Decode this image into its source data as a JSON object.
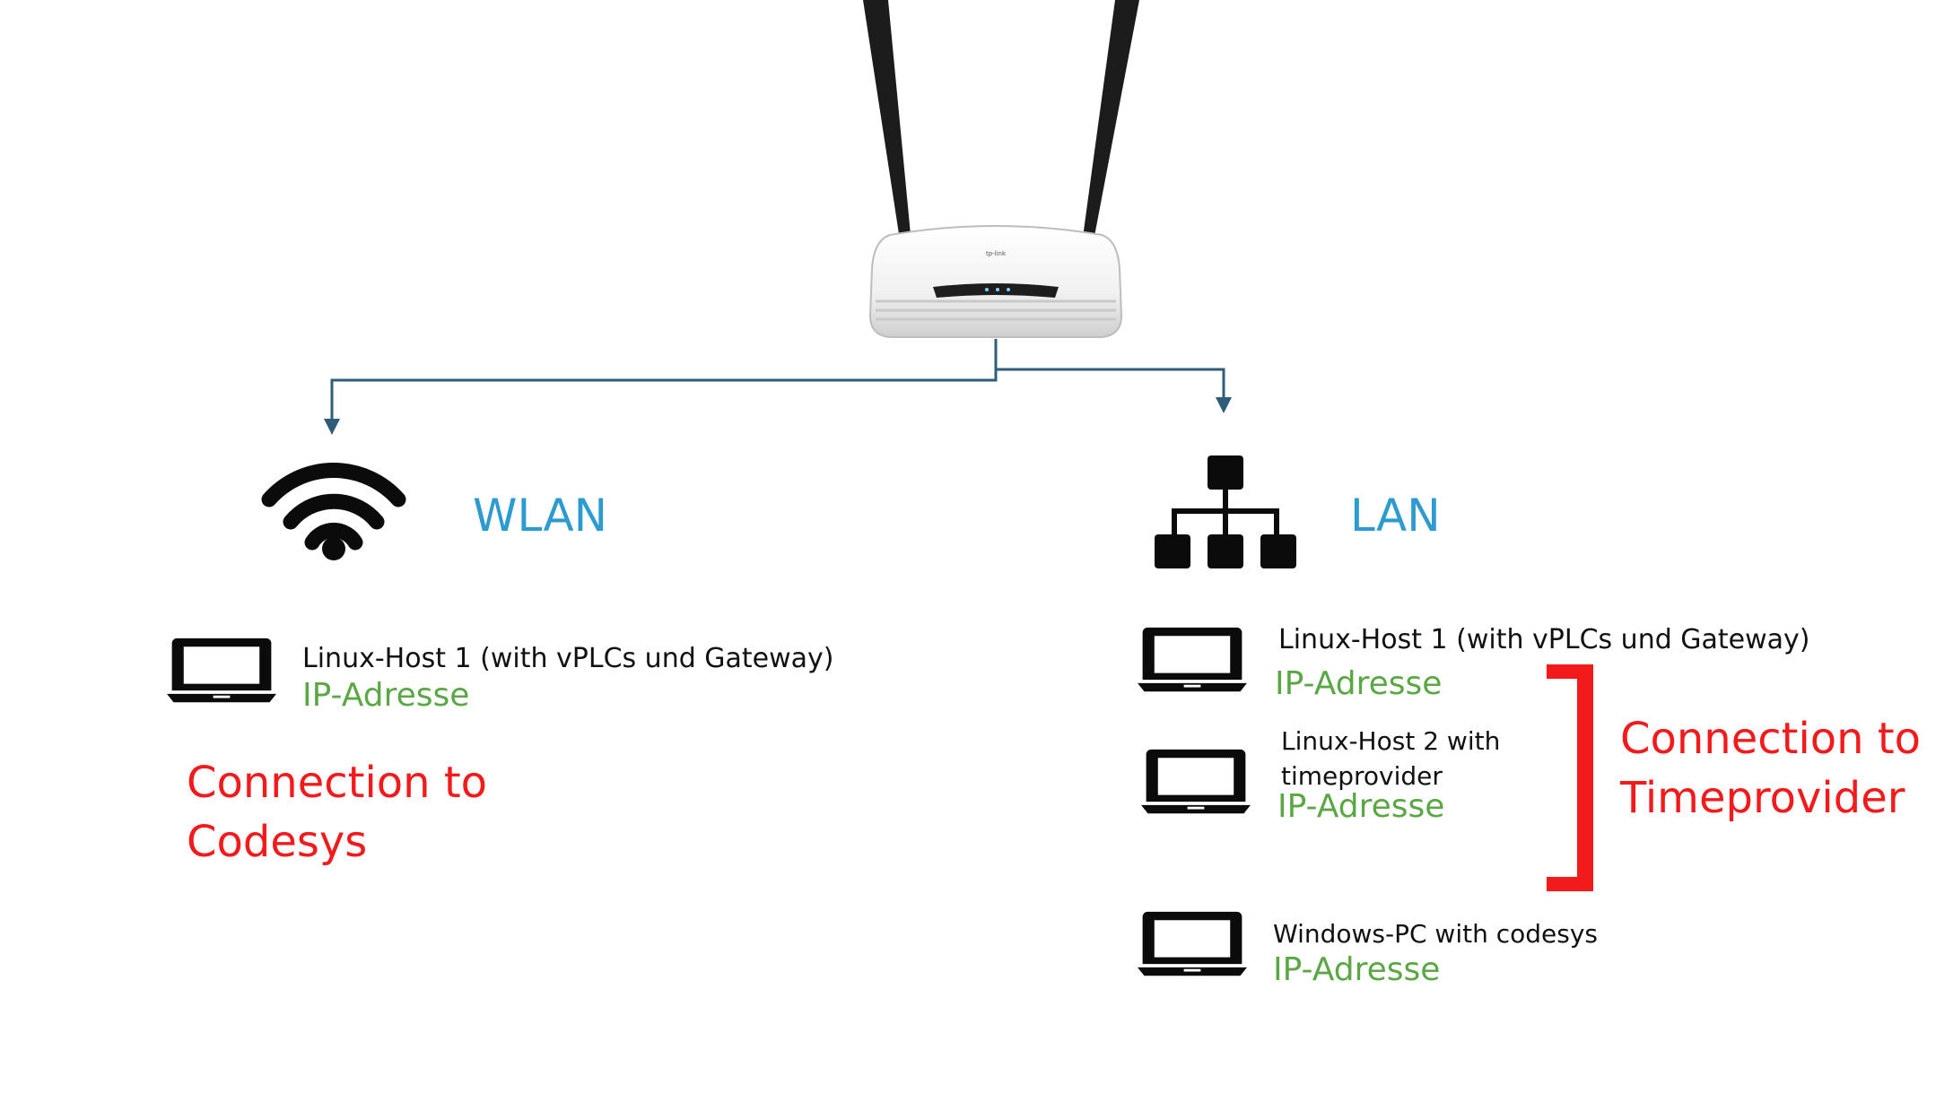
{
  "router": {
    "brand_mark": "tp-link"
  },
  "wlan": {
    "title": "WLAN",
    "icon": "wifi-icon",
    "hosts": [
      {
        "name": "Linux-Host 1 (with  vPLCs und Gateway)",
        "ip": "IP-Adresse",
        "icon": "laptop-icon"
      }
    ],
    "connection_note_lines": [
      "Connection to",
      "Codesys"
    ]
  },
  "lan": {
    "title": "LAN",
    "icon": "network-hierarchy-icon",
    "hosts": [
      {
        "name_lines": [
          "Linux-Host 1 (with  vPLCs und Gateway)"
        ],
        "ip": "IP-Adresse",
        "icon": "laptop-icon"
      },
      {
        "name_lines": [
          "Linux-Host 2 with",
          "timeprovider"
        ],
        "ip": "IP-Adresse",
        "icon": "laptop-icon"
      },
      {
        "name_lines": [
          "Windows-PC with codesys"
        ],
        "ip": "IP-Adresse",
        "icon": "laptop-icon"
      }
    ],
    "connection_note_lines": [
      "Connection to",
      "Timeprovider"
    ]
  },
  "colors": {
    "title_blue": "#2E9BD0",
    "ip_green": "#5BA745",
    "note_red": "#F21A1A",
    "bracket_red": "#F21A1A",
    "connector": "#2F5C78",
    "icon_black": "#0B0B0B"
  }
}
